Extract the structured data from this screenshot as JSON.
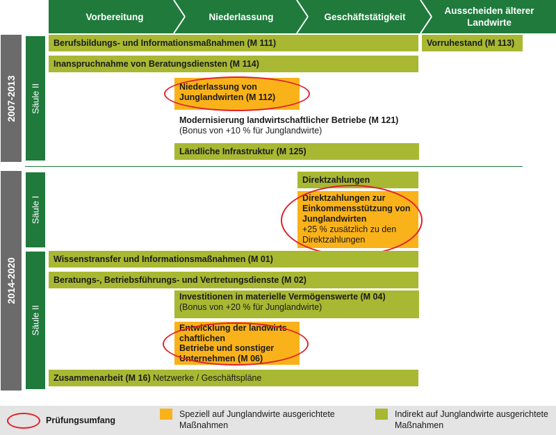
{
  "phases": [
    "Vorbereitung",
    "Niederlassung",
    "Geschäftstätigkeit",
    "Ausscheiden älterer Landwirte"
  ],
  "periods": [
    "2007-2013",
    "2014-2020"
  ],
  "pillars": {
    "p1": "Säule II",
    "p2": "Säule I",
    "p3": "Säule II"
  },
  "bars_2007": {
    "m111": "Berufsbildungs- und Informationsmaßnahmen (M 111)",
    "m113": "Vorruhestand (M 113)",
    "m114": "Inanspruchnahme von Beratungsdiensten (M 114)",
    "m112_line1": "Niederlassung von",
    "m112_line2": "Junglandwirten (M 112)",
    "m121_title": "Modernisierung landwirtschaftlicher Betriebe (M 121)",
    "m121_note": "(Bonus von +10 % für Junglandwirte)",
    "m125": "Ländliche Infrastruktur (M 125)"
  },
  "bars_2014": {
    "direkt": "Direktzahlungen",
    "djl_line1": "Direktzahlungen zur",
    "djl_line2": "Einkommensstützung von",
    "djl_line3": "Junglandwirten",
    "djl_note1": "+25 % zusätzlich zu den",
    "djl_note2": "Direktzahlungen",
    "m01": "Wissenstransfer und Informationsmaßnahmen (M 01)",
    "m02": "Beratungs-, Betriebsführungs- und Vertretungsdienste (M 02)",
    "m04_title": "Investitionen in materielle Vermögenswerte (M 04)",
    "m04_note": "(Bonus von +20 % für Junglandwirte)",
    "m06_line1": "Entwicklung der landwirts",
    "m06_line2": "chaftlichen",
    "m06_line3": "Betriebe und sonstiger",
    "m06_line4": "Unternehmen (M 06)",
    "m16_title": "Zusammenarbeit (M 16)",
    "m16_note": "Netzwerke / Geschäftspläne"
  },
  "legend": {
    "scope": "Prüfungsumfang",
    "special_line1": "Speziell auf Junglandwirte ausgerichtete",
    "special_line2": "Maßnahmen",
    "indirect_line1": "Indirekt auf Junglandwirte ausgerichtete",
    "indirect_line2": "Maßnahmen"
  },
  "colors": {
    "header_green": "#1f7a3c",
    "period_grey": "#6b6b6b",
    "olive": "#a8b832",
    "orange": "#f9b21a",
    "ring_red": "#e0202a"
  }
}
